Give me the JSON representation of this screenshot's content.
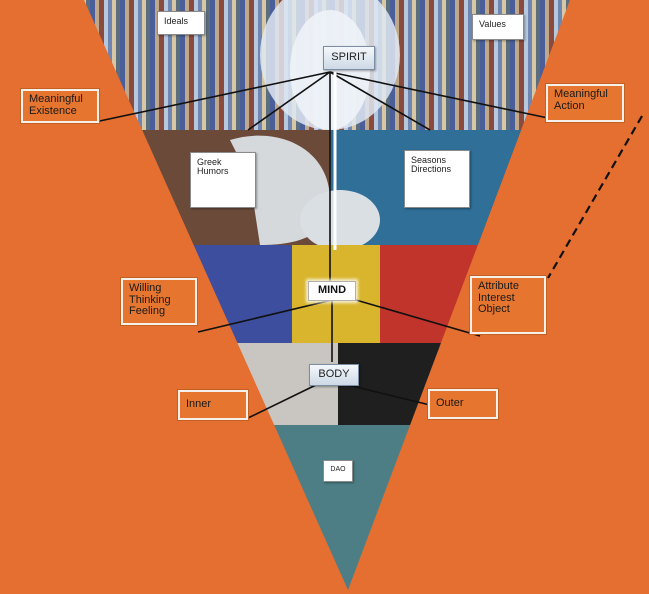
{
  "nodes": {
    "spirit": "SPIRIT",
    "mind": "MIND",
    "body": "BODY"
  },
  "white_boxes": {
    "ideals": "Ideals",
    "values": "Values",
    "greek_humors": [
      "Greek",
      "Humors"
    ],
    "seasons_directions": [
      "Seasons",
      "Directions"
    ],
    "dao": "DAO"
  },
  "orange_labels": {
    "meaningful_existence": [
      "Meaningful",
      "Existence"
    ],
    "meaningful_action": [
      "Meaningful",
      "Action"
    ],
    "willing_thinking_feeling": [
      "Willing",
      "Thinking",
      "Feeling"
    ],
    "attribute_interest_object": [
      "Attribute",
      "Interest",
      "Object"
    ],
    "inner": "Inner",
    "outer": "Outer"
  },
  "colors": {
    "background_orange": "#e2692a",
    "band_top": "#9db6d6",
    "band_mid_brown": "#6b4a3a",
    "band_mid_blue": "#2f6f98",
    "band_blue_left": "#3d4e9e",
    "band_yellow": "#d8b52c",
    "band_red": "#c0342c",
    "band_grey": "#c9c6c2",
    "band_black": "#1f1f1f",
    "bottom_teal": "#4d7e86"
  }
}
